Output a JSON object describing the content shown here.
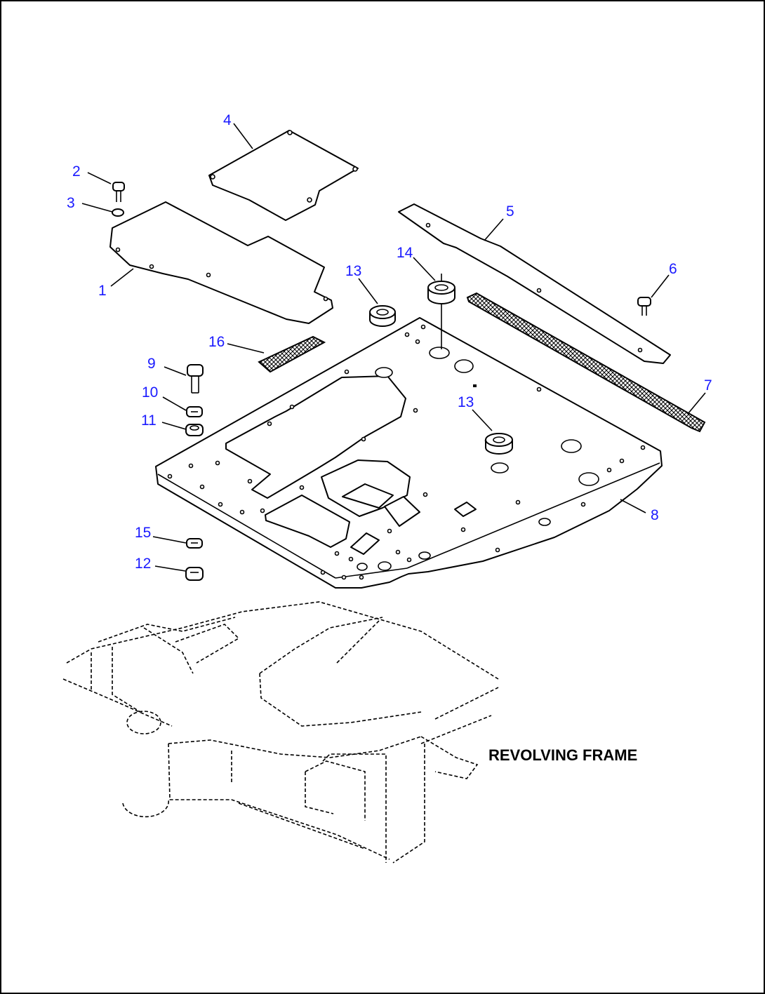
{
  "diagram": {
    "part_numbers": [
      "1",
      "2",
      "3",
      "4",
      "5",
      "6",
      "7",
      "8",
      "9",
      "10",
      "11",
      "12",
      "13",
      "13",
      "14",
      "15",
      "16"
    ],
    "caption": "REVOLVING FRAME",
    "label_color": "#1a1aff",
    "line_color": "#000000"
  }
}
